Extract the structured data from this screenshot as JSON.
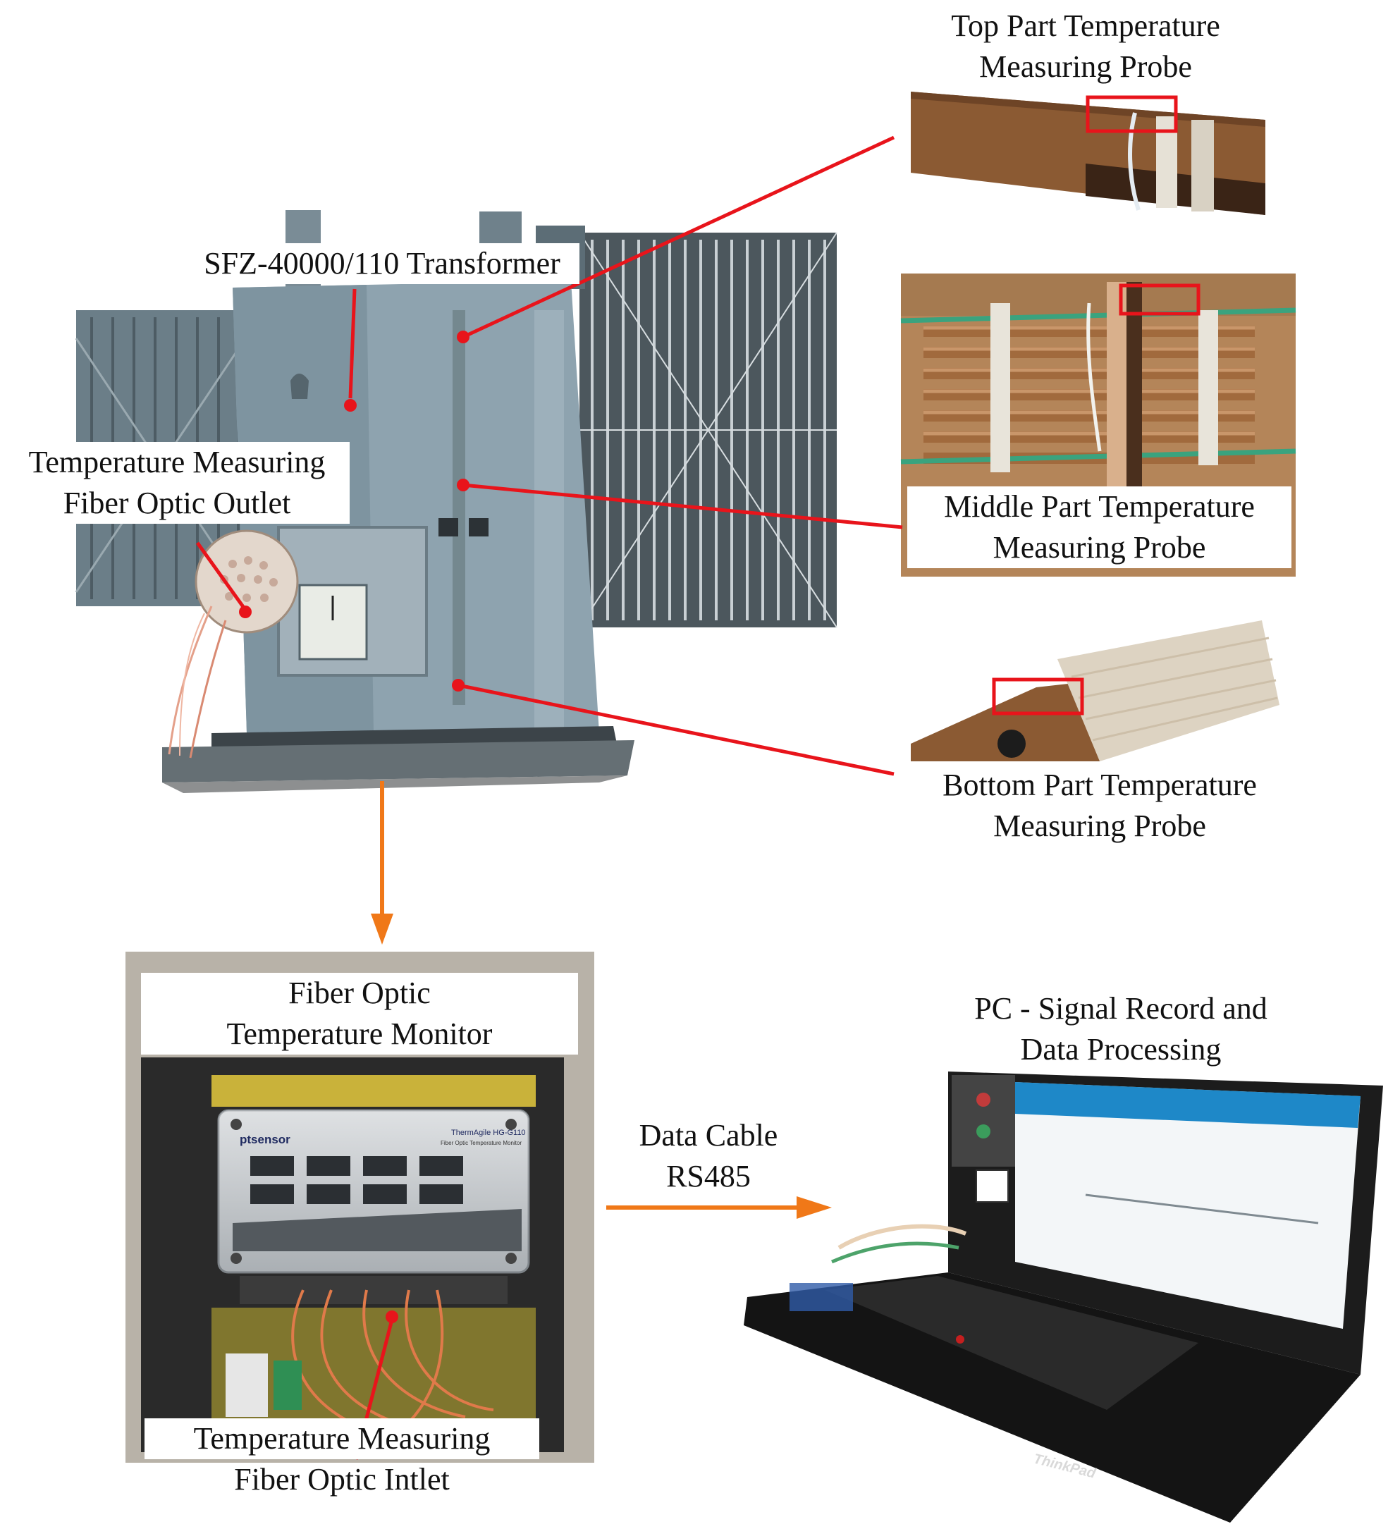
{
  "colors": {
    "leader_line": "#e8141b",
    "flow_arrow": "#f07818",
    "probe_box": "#e8141b",
    "transformer": "#7f96a3",
    "radiator": "#5e6e76",
    "wood": "#8b5a33",
    "monitor": "#c9cdd1",
    "laptop": "#1c1c1c"
  },
  "labels": {
    "transformer": "SFZ-40000/110 Transformer",
    "fiber_outlet": [
      "Temperature Measuring",
      "Fiber Optic Outlet"
    ],
    "top_probe": [
      "Top Part Temperature",
      "Measuring Probe"
    ],
    "middle_probe": [
      "Middle Part Temperature",
      "Measuring Probe"
    ],
    "bottom_probe": [
      "Bottom Part Temperature",
      "Measuring Probe"
    ],
    "monitor": [
      "Fiber Optic",
      "Temperature Monitor"
    ],
    "fiber_intlet": [
      "Temperature Measuring",
      "Fiber Optic Intlet"
    ],
    "data_cable": [
      "Data Cable",
      "RS485"
    ],
    "pc": [
      "PC - Signal Record and",
      "Data Processing"
    ]
  },
  "device_text": {
    "monitor_brand": "ptsensor",
    "monitor_model": "ThermAgile HG-G110",
    "monitor_subtitle": "Fiber Optic Temperature Monitor",
    "laptop_brand": "ThinkPad"
  },
  "icons": [
    "transformer-photo",
    "fiber-outlet-flange",
    "wood-block-photo",
    "winding-photo",
    "monitor-cabinet-photo",
    "laptop-photo"
  ]
}
